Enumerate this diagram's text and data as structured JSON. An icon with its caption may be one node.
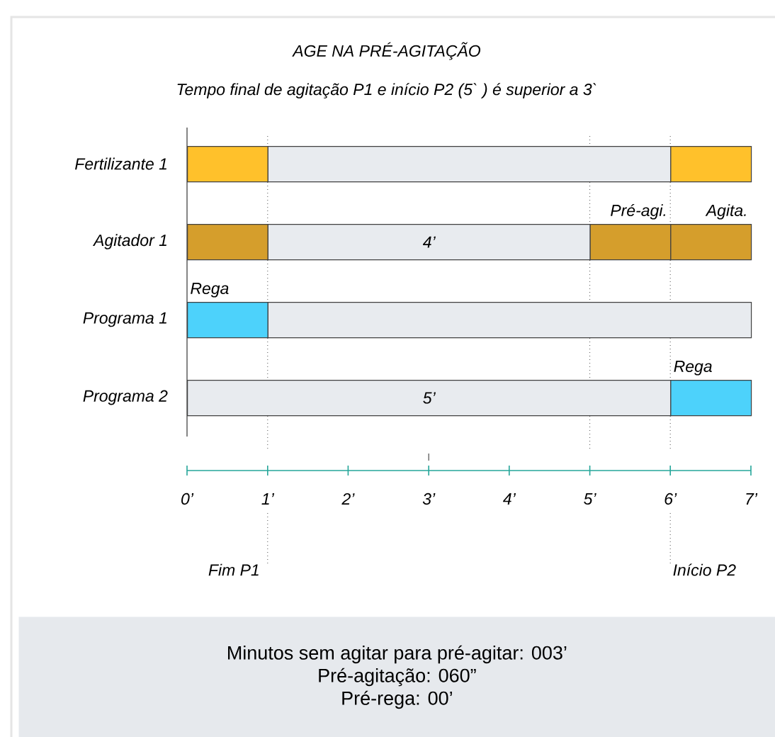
{
  "diagram": {
    "title": "AGE NA PRÉ-AGITAÇÃO",
    "nodes": [
      {
        "text": [],
        "shape": "bar"
      },
      {
        "text": [],
        "shape": "bar"
      },
      {
        "text": [],
        "shape": "bar"
      },
      {
        "text": [],
        "shape": "bar"
      },
      {
        "text": [
          "4’"
        ]
      },
      {
        "text": [],
        "shape": "bar",
        "beside": [
          "Pré-agi."
        ]
      },
      {
        "text": [],
        "shape": "bar",
        "beside": [
          "Agita."
        ]
      },
      {
        "text": [],
        "shape": "bar",
        "beside": [
          "Rega"
        ]
      },
      {
        "text": [],
        "shape": "bar"
      },
      {
        "text": [
          "5’"
        ]
      },
      {
        "text": [],
        "shape": "bar",
        "beside": [
          "Rega"
        ]
      },
      {
        "text": [
          "Minutos sem agitar para pré-agitar: 003’",
          "Pré-agitação: 060”",
          "Pré-rega: 00’"
        ]
      }
    ],
    "edges": [],
    "labels": [
      "Tempo final de agitação P1 e início P2 (5` ) é superior a 3`",
      "Fertilizante 1",
      "Agitador 1",
      "Programa 1",
      "Programa 2",
      "0’",
      "1’",
      "2’",
      "3’",
      "4’",
      "5’",
      "6’",
      "7’",
      "Fim P1",
      "Início P2"
    ]
  }
}
